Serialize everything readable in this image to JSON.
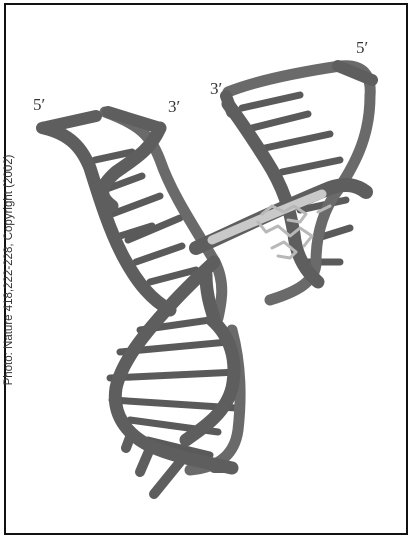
{
  "figure": {
    "credit": "Photo: Nature 418,222-228, Copyright (2002)",
    "end_labels": {
      "left_five_prime": "5′",
      "left_three_prime": "3′",
      "right_three_prime": "3′",
      "right_five_prime": "5′"
    },
    "colors": {
      "backbone": "#5e5e5e",
      "base_rung": "#5a5a5a",
      "highlight_strand": "#c9c9c9",
      "ligand": "#b8b8b8"
    }
  }
}
